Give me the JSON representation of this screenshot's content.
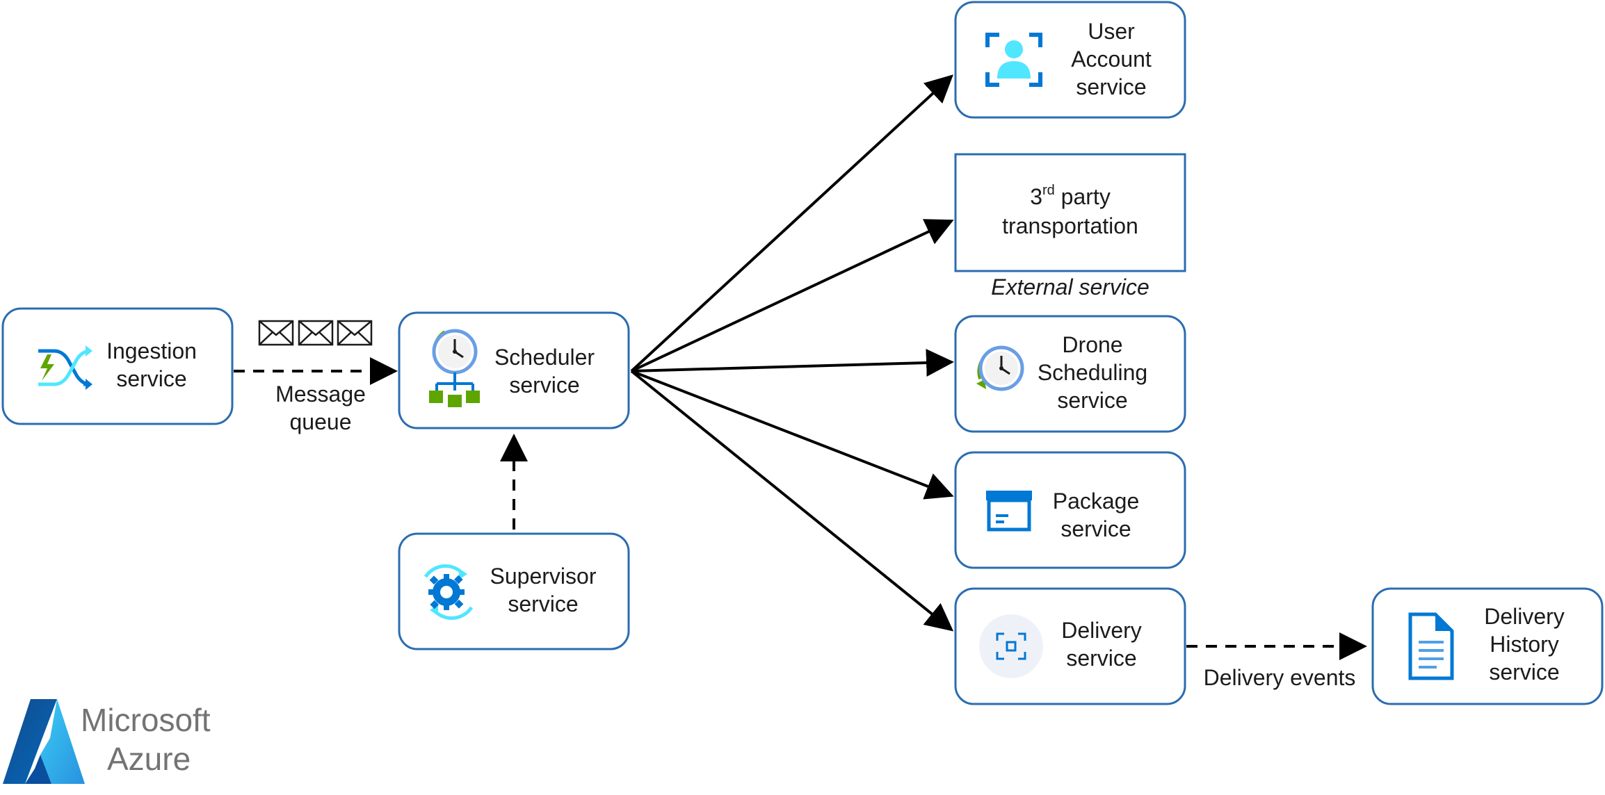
{
  "colors": {
    "box_border": "#2b6cb0",
    "arrow": "#000000",
    "azure_blue": "#0078d4",
    "light_blue": "#50e6ff",
    "green": "#5ea500",
    "brand_gray": "#737373"
  },
  "nodes": {
    "ingestion": {
      "line1": "Ingestion",
      "line2": "service",
      "icon": "ingestion-icon"
    },
    "scheduler": {
      "line1": "Scheduler",
      "line2": "service",
      "icon": "scheduler-icon"
    },
    "supervisor": {
      "line1": "Supervisor",
      "line2": "service",
      "icon": "supervisor-gear-icon"
    },
    "user_account": {
      "line1": "User",
      "line2": "Account",
      "line3": "service",
      "icon": "user-account-icon"
    },
    "third_party": {
      "num": "3",
      "sup": "rd",
      "line1_rest": " party",
      "line2": "transportation",
      "caption": "External service"
    },
    "drone_scheduling": {
      "line1": "Drone",
      "line2": "Scheduling",
      "line3": "service",
      "icon": "clock-icon"
    },
    "package": {
      "line1": "Package",
      "line2": "service",
      "icon": "package-icon"
    },
    "delivery": {
      "line1": "Delivery",
      "line2": "service",
      "icon": "delivery-icon"
    },
    "delivery_history": {
      "line1": "Delivery",
      "line2": "History",
      "line3": "service",
      "icon": "document-icon"
    }
  },
  "edges": {
    "message_queue": {
      "line1": "Message",
      "line2": "queue",
      "icon": "envelope-icon"
    },
    "delivery_events": {
      "label": "Delivery events"
    }
  },
  "brand": {
    "line1": "Microsoft",
    "line2": "Azure",
    "icon": "azure-logo-icon"
  }
}
